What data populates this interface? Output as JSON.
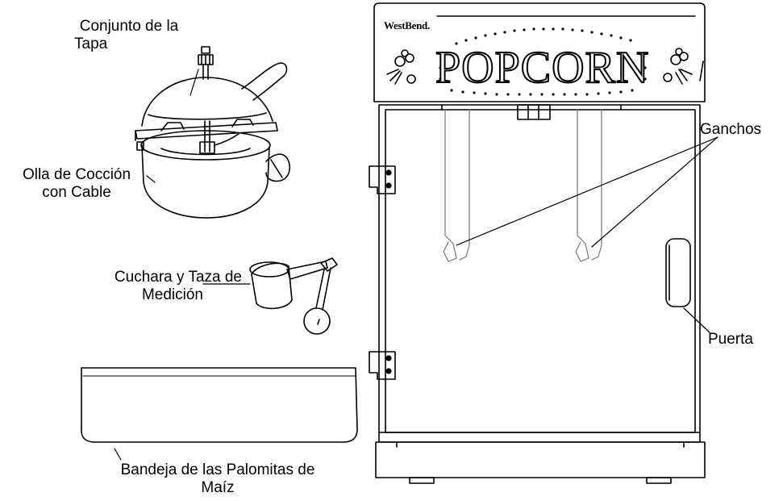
{
  "labels": {
    "lid_line1": "Conjunto de la",
    "lid_line2": "Tapa",
    "pot_line1": "Olla de Cocción",
    "pot_line2": "con Cable",
    "scoop_line1": "Cuchara y Taza de",
    "scoop_line2": "Medición",
    "tray_line1": "Bandeja de las Palomitas de",
    "tray_line2": "Maíz",
    "hooks": "Ganchos",
    "door": "Puerta"
  },
  "machine": {
    "brand": "WestBend.",
    "sign": "POPCORN"
  }
}
